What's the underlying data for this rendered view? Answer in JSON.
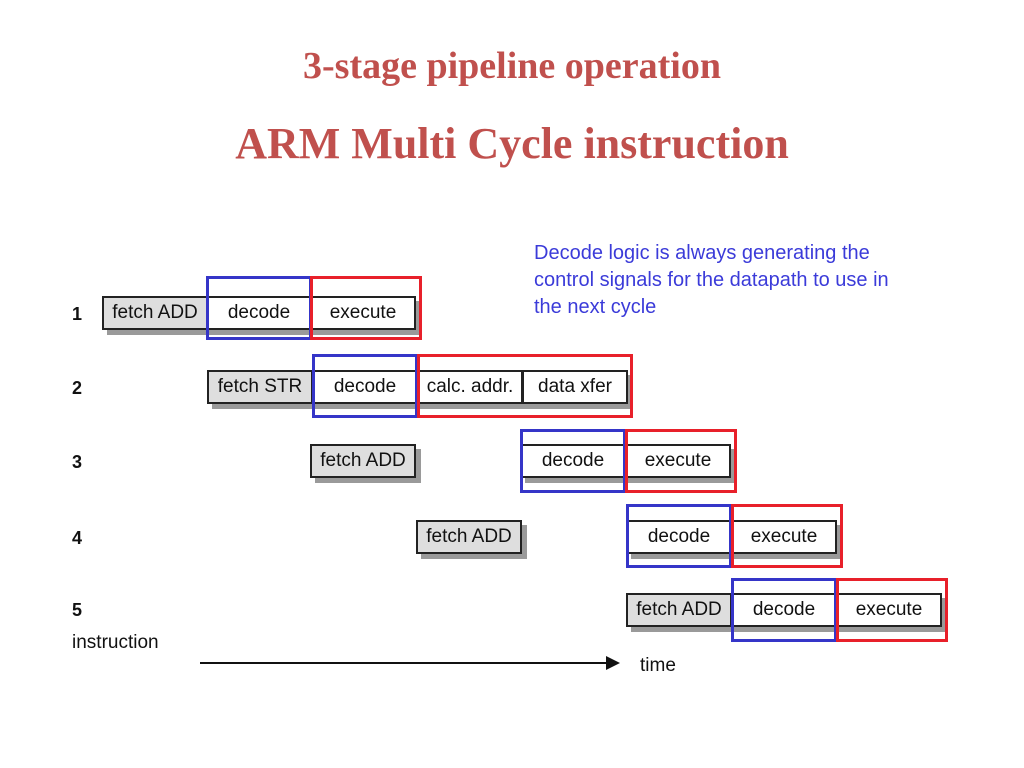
{
  "titles": {
    "line1": "3-stage  pipeline operation",
    "line2": "ARM Multi Cycle instruction"
  },
  "note": "Decode logic is always generating the control signals for the datapath to use in the next cycle",
  "rows": [
    {
      "number": "1",
      "cells": [
        {
          "label": "fetch ADD"
        },
        {
          "label": "decode"
        },
        {
          "label": "execute"
        }
      ]
    },
    {
      "number": "2",
      "cells": [
        {
          "label": "fetch STR"
        },
        {
          "label": "decode"
        },
        {
          "label": "calc. addr."
        },
        {
          "label": "data xfer"
        }
      ]
    },
    {
      "number": "3",
      "cells": [
        {
          "label": "fetch ADD"
        },
        {
          "label": "decode"
        },
        {
          "label": "execute"
        }
      ]
    },
    {
      "number": "4",
      "cells": [
        {
          "label": "fetch ADD"
        },
        {
          "label": "decode"
        },
        {
          "label": "execute"
        }
      ]
    },
    {
      "number": "5",
      "cells": [
        {
          "label": "fetch ADD"
        },
        {
          "label": "decode"
        },
        {
          "label": "execute"
        }
      ]
    }
  ],
  "axis": {
    "y_label": "instruction",
    "x_label": "time"
  },
  "colors": {
    "title": "#c0504d",
    "note": "#3b3bd9",
    "decode_highlight": "#3535c8",
    "execute_highlight": "#e8202a"
  }
}
